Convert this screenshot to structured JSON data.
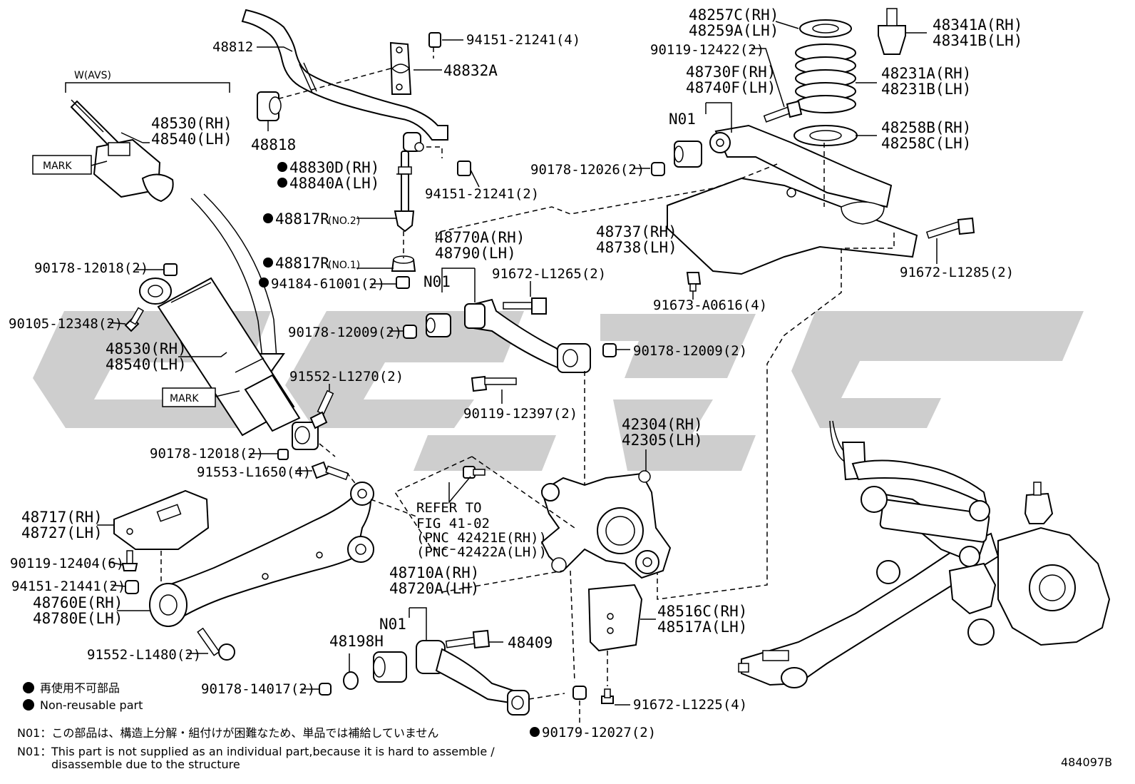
{
  "bracket_label": "W(AVS)",
  "mark_label": "MARK",
  "refer": {
    "line1": "REFER TO",
    "line2": "FIG 41-02",
    "line3": "(PNC 42421E(RH))",
    "line4": "(PNC 42422A(LH))"
  },
  "parts": {
    "p48812": "48812",
    "p94151_top": "94151-21241(4)",
    "p48832A": "48832A",
    "p48818": "48818",
    "p48530_top_rh": "48530(RH)",
    "p48540_top_lh": "48540(LH)",
    "p48830D": "48830D(RH)",
    "p48840A": "48840A(LH)",
    "p94151_mid": "94151-21241(2)",
    "p48817R_2": "48817R",
    "p48817R_2_note": "(NO.2)",
    "p48817R_1": "48817R",
    "p48817R_1_note": "(NO.1)",
    "p94184": "94184-61001(2)",
    "p90178_12018_top": "90178-12018(2)",
    "p90105": "90105-12348(2)",
    "p48530_rh": "48530(RH)",
    "p48540_lh": "48540(LH)",
    "p48770A": "48770A(RH)",
    "p48790": "48790(LH)",
    "n01_a": "N01",
    "p91672_L1265": "91672-L1265(2)",
    "p90178_12009_l": "90178-12009(2)",
    "p90178_12009_r": "90178-12009(2)",
    "p90119_12397": "90119-12397(2)",
    "p91552_L1270": "91552-L1270(2)",
    "p90178_12018_b": "90178-12018(2)",
    "p91553": "91553-L1650(4)",
    "p48717": "48717(RH)",
    "p48727": "48727(LH)",
    "p90119_12404": "90119-12404(6)",
    "p94151_21441": "94151-21441(2)",
    "p48760E": "48760E(RH)",
    "p48780E": "48780E(LH)",
    "p91552_L1480": "91552-L1480(2)",
    "p48257C": "48257C(RH)",
    "p48259A": "48259A(LH)",
    "p90119_12422": "90119-12422(2)",
    "p48341A": "48341A(RH)",
    "p48341B": "48341B(LH)",
    "p48730F": "48730F(RH)",
    "p48740F": "48740F(LH)",
    "p48231A": "48231A(RH)",
    "p48231B": "48231B(LH)",
    "n01_b": "N01",
    "p48258B": "48258B(RH)",
    "p48258C": "48258C(LH)",
    "p90178_12026": "90178-12026(2)",
    "p48737": "48737(RH)",
    "p48738": "48738(LH)",
    "p91672_L1285": "91672-L1285(2)",
    "p91673": "91673-A0616(4)",
    "p42304": "42304(RH)",
    "p42305": "42305(LH)",
    "p48710A": "48710A(RH)",
    "p48720A": "48720A(LH)",
    "n01_c": "N01",
    "p48198H": "48198H",
    "p48409": "48409",
    "p48516C": "48516C(RH)",
    "p48517A": "48517A(LH)",
    "p90178_14017": "90178-14017(2)",
    "p91672_L1225": "91672-L1225(4)",
    "p90179": "90179-12027(2)"
  },
  "legend": {
    "jp": "再使用不可部品",
    "en": "Non-reusable part"
  },
  "footnotes": {
    "jp": "N01：この部品は、構造上分解・組付けが困難なため、単品では補給していません",
    "en_prefix": "N01：",
    "en_line1": "This part is not supplied as an individual part,because it is hard to assemble /",
    "en_line2": "disassemble due to the structure"
  },
  "figure_id": "484097B",
  "watermark_icon": "gsgc-logo-watermark",
  "colors": {
    "watermark": "#c6c6c6",
    "ink": "#000000"
  }
}
